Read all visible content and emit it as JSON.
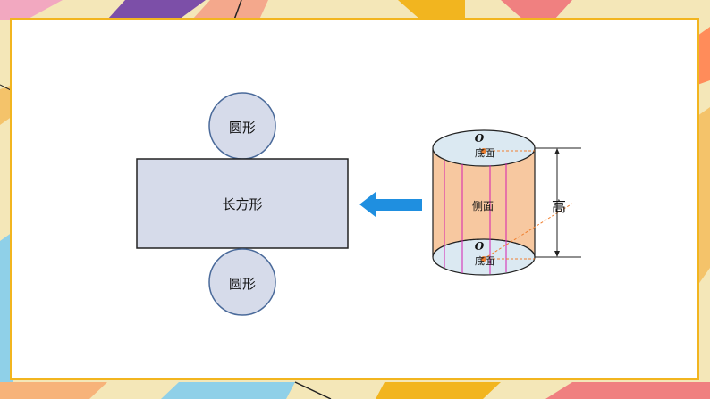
{
  "diagram": {
    "circle_top_label": "圆形",
    "rectangle_label": "长方形",
    "circle_bottom_label": "圆形",
    "cylinder": {
      "top_center_letter": "O",
      "top_base_label": "底面",
      "side_label": "侧面",
      "bottom_center_letter": "O",
      "bottom_base_label": "底面",
      "height_label": "高"
    }
  },
  "colors": {
    "frame_border": "#f2b51f",
    "shape_fill": "#d6dbea",
    "circle_stroke": "#4a6a9a",
    "cylinder_side": "#f7c8a0",
    "cylinder_base": "#dbe9f2",
    "arrow": "#1f8fe0",
    "pink_lines": "#d61fb0"
  }
}
